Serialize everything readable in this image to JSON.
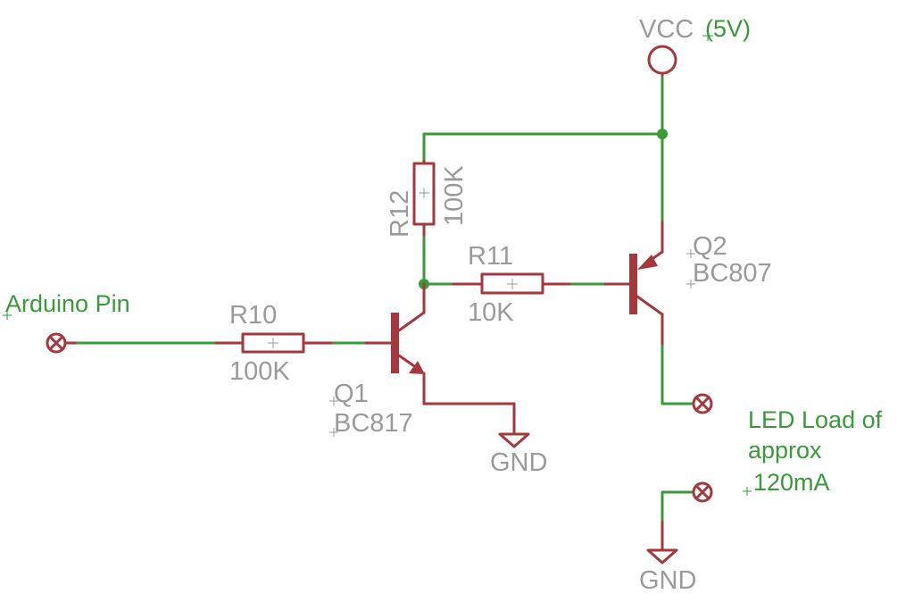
{
  "net_labels": {
    "vcc_name": "VCC",
    "vcc_value": "(5V)",
    "input": "Arduino Pin",
    "load_line1": "LED Load of",
    "load_line2": "approx",
    "load_line3": "120mA",
    "gnd1": "GND",
    "gnd2": "GND"
  },
  "components": {
    "r10": {
      "name": "R10",
      "value": "100K"
    },
    "r11": {
      "name": "R11",
      "value": "10K"
    },
    "r12": {
      "name": "R12",
      "value": "100K"
    },
    "q1": {
      "name": "Q1",
      "value": "BC817"
    },
    "q2": {
      "name": "Q2",
      "value": "BC807"
    }
  },
  "colors": {
    "wire": "#3a9a3a",
    "component": "#a4383c",
    "label": "#9a9a9a"
  }
}
